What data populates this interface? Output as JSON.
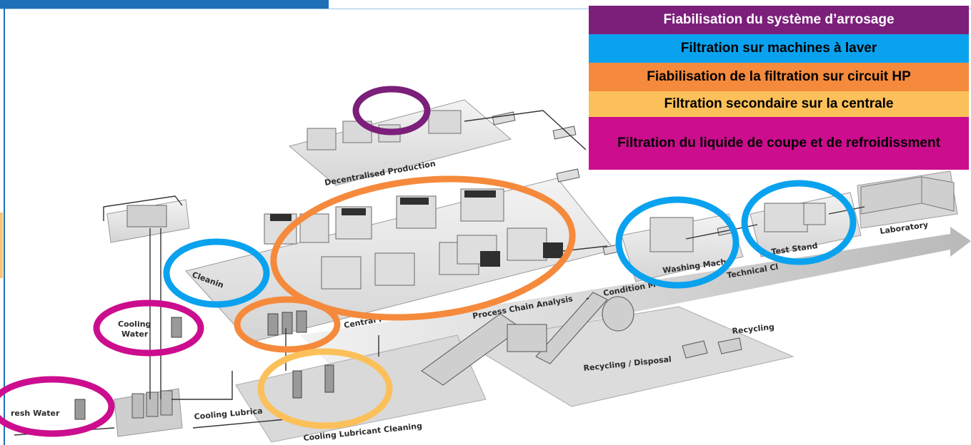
{
  "legend": {
    "items": [
      {
        "label": "Fiabilisation du système d’arrosage",
        "color": "#7b1f7a"
      },
      {
        "label": "Filtration sur machines à laver",
        "color": "#0aa2ee"
      },
      {
        "label": "Fiabilisation de la filtration sur circuit HP",
        "color": "#f58a3c"
      },
      {
        "label": "Filtration secondaire sur la centrale",
        "color": "#fcc05a"
      },
      {
        "label": "Filtration du liquide de coupe et de refroidissment",
        "color": "#cc0d8e"
      }
    ]
  },
  "diagram": {
    "labels": {
      "decentralised": "Decentralised Production",
      "cooling_water_1": "Cooling",
      "cooling_water_2": "Water",
      "fresh_water": "resh Water",
      "cooling_lubricant": "Cooling Lubrica",
      "cooling_lubricant_cleaning": "Cooling Lubricant Cleaning",
      "cleaning": "Cleanin",
      "central": "Central P",
      "process_chain": "Process Chain Analysis",
      "condition": "Condition M",
      "technical": "Technical Cl",
      "washing": "Washing Mach",
      "test_stand": "Test Stand",
      "laboratory": "Laboratory",
      "recycling": "Recycling",
      "recycling_disposal": "Recycling / Disposal",
      "dash": "-"
    }
  },
  "colors": {
    "purple": "#7b1f7a",
    "blue": "#0aa2ee",
    "orange": "#f58a3c",
    "yellow": "#fcc05a",
    "magenta": "#cc0d8e",
    "frame": "#1f6fb8"
  }
}
